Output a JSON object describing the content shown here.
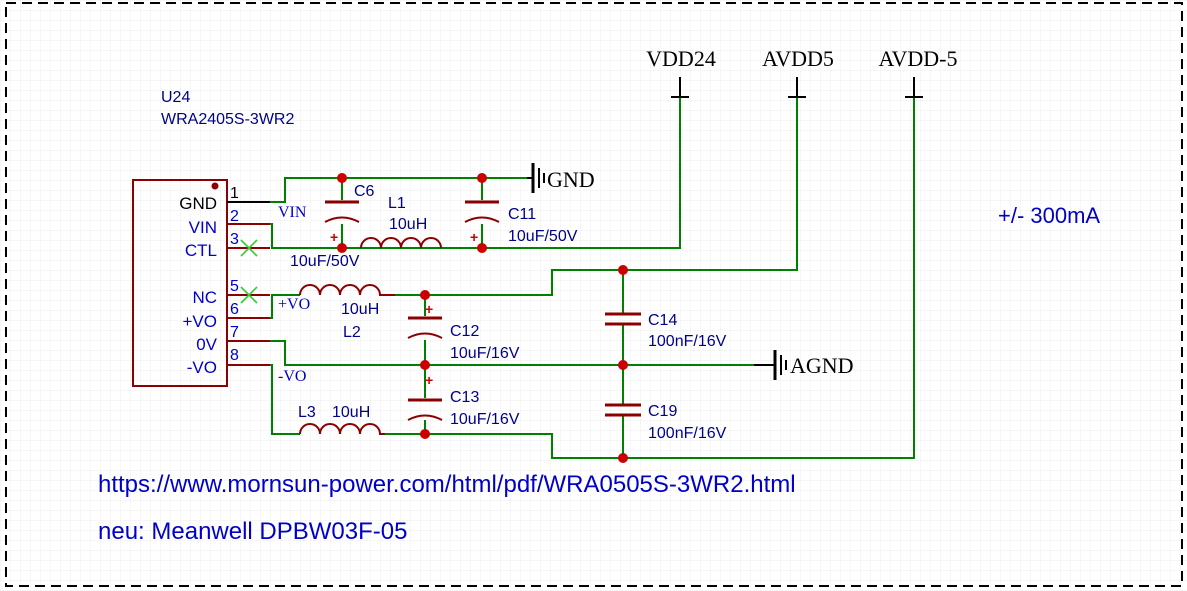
{
  "component": {
    "designator": "U24",
    "part_number": "WRA2405S-3WR2",
    "pins": [
      {
        "number": "1",
        "name": "GND"
      },
      {
        "number": "2",
        "name": "VIN"
      },
      {
        "number": "3",
        "name": "CTL"
      },
      {
        "number": "5",
        "name": "NC"
      },
      {
        "number": "6",
        "name": "+VO"
      },
      {
        "number": "7",
        "name": "0V"
      },
      {
        "number": "8",
        "name": "-VO"
      }
    ]
  },
  "power_ports": {
    "vdd24": "VDD24",
    "avdd5": "AVDD5",
    "avdd_neg5": "AVDD-5",
    "gnd": "GND",
    "agnd": "AGND"
  },
  "net_labels": {
    "vin": "VIN",
    "pos_vo": "+VO",
    "neg_vo": "-VO"
  },
  "parts": {
    "c6": {
      "ref": "C6",
      "value": "10uF/50V"
    },
    "l1": {
      "ref": "L1",
      "value": "10uH"
    },
    "c11": {
      "ref": "C11",
      "value": "10uF/50V"
    },
    "l2": {
      "ref": "L2",
      "value": "10uH"
    },
    "c12": {
      "ref": "C12",
      "value": "10uF/16V"
    },
    "c13": {
      "ref": "C13",
      "value": "10uF/16V"
    },
    "l3": {
      "ref": "L3",
      "value": "10uH"
    },
    "c14": {
      "ref": "C14",
      "value": "100nF/16V"
    },
    "c19": {
      "ref": "C19",
      "value": "100nF/16V"
    }
  },
  "capacitor_polarity": "+",
  "notes": {
    "current": "+/- 300mA",
    "url": "https://www.mornsun-power.com/html/pdf/WRA0505S-3WR2.html",
    "replacement": "neu: Meanwell DPBW03F-05"
  },
  "colors": {
    "wire": "#008000",
    "component": "#8b0000",
    "junction": "#cc0000",
    "pin_label": "#0000c8",
    "net_label": "#00008b",
    "no_connect": "#33cc33",
    "grid": "#ececec"
  }
}
